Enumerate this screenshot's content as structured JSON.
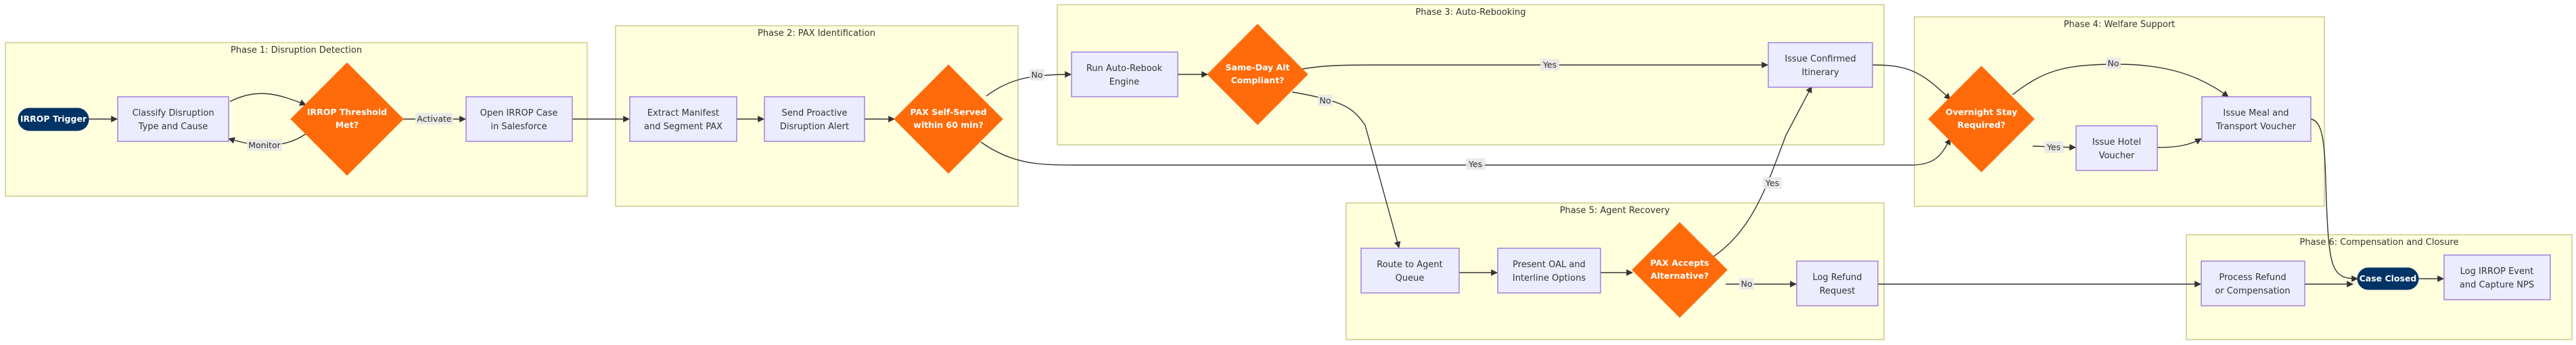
{
  "diagram": {
    "clusters": [
      {
        "id": "p1",
        "title": "Phase 1: Disruption Detection"
      },
      {
        "id": "p2",
        "title": "Phase 2: PAX Identification"
      },
      {
        "id": "p3",
        "title": "Phase 3: Auto-Rebooking"
      },
      {
        "id": "p4",
        "title": "Phase 4: Welfare Support"
      },
      {
        "id": "p5",
        "title": "Phase 5: Agent Recovery"
      },
      {
        "id": "p6",
        "title": "Phase 6: Compensation and Closure"
      }
    ],
    "nodes": [
      {
        "id": "start",
        "shape": "terminal",
        "lines": [
          "IRROP Trigger"
        ]
      },
      {
        "id": "classify",
        "shape": "process",
        "lines": [
          "Classify Disruption",
          "Type and Cause"
        ]
      },
      {
        "id": "threshold",
        "shape": "decision",
        "lines": [
          "IRROP Threshold",
          "Met?"
        ]
      },
      {
        "id": "opencase",
        "shape": "process",
        "lines": [
          "Open IRROP Case",
          "in Salesforce"
        ]
      },
      {
        "id": "extract",
        "shape": "process",
        "lines": [
          "Extract Manifest",
          "and Segment PAX"
        ]
      },
      {
        "id": "alert",
        "shape": "process",
        "lines": [
          "Send Proactive",
          "Disruption Alert"
        ]
      },
      {
        "id": "selfserve",
        "shape": "decision",
        "lines": [
          "PAX Self-Served",
          "within 60 min?"
        ]
      },
      {
        "id": "autorebook",
        "shape": "process",
        "lines": [
          "Run Auto-Rebook",
          "Engine"
        ]
      },
      {
        "id": "sameday",
        "shape": "decision",
        "lines": [
          "Same-Day Alt",
          "Compliant?"
        ]
      },
      {
        "id": "itinerary",
        "shape": "process",
        "lines": [
          "Issue Confirmed",
          "Itinerary"
        ]
      },
      {
        "id": "overnight",
        "shape": "decision",
        "lines": [
          "Overnight Stay",
          "Required?"
        ]
      },
      {
        "id": "hotel",
        "shape": "process",
        "lines": [
          "Issue Hotel",
          "Voucher"
        ]
      },
      {
        "id": "meal",
        "shape": "process",
        "lines": [
          "Issue Meal and",
          "Transport Voucher"
        ]
      },
      {
        "id": "agentq",
        "shape": "process",
        "lines": [
          "Route to Agent",
          "Queue"
        ]
      },
      {
        "id": "oal",
        "shape": "process",
        "lines": [
          "Present OAL and",
          "Interline Options"
        ]
      },
      {
        "id": "accepts",
        "shape": "decision",
        "lines": [
          "PAX Accepts",
          "Alternative?"
        ]
      },
      {
        "id": "refundreq",
        "shape": "process",
        "lines": [
          "Log Refund",
          "Request"
        ]
      },
      {
        "id": "refund",
        "shape": "process",
        "lines": [
          "Process Refund",
          "or Compensation"
        ]
      },
      {
        "id": "closed",
        "shape": "terminal",
        "lines": [
          "Case Closed"
        ]
      },
      {
        "id": "nps",
        "shape": "process",
        "lines": [
          "Log IRROP Event",
          "and Capture NPS"
        ]
      }
    ],
    "edges": [
      {
        "id": "e1",
        "from": "start",
        "to": "classify",
        "label": ""
      },
      {
        "id": "e2",
        "from": "classify",
        "to": "threshold",
        "label": ""
      },
      {
        "id": "e3",
        "from": "threshold",
        "to": "classify",
        "label": "Monitor"
      },
      {
        "id": "e4",
        "from": "threshold",
        "to": "opencase",
        "label": "Activate"
      },
      {
        "id": "e5",
        "from": "opencase",
        "to": "extract",
        "label": ""
      },
      {
        "id": "e6",
        "from": "extract",
        "to": "alert",
        "label": ""
      },
      {
        "id": "e7",
        "from": "alert",
        "to": "selfserve",
        "label": ""
      },
      {
        "id": "e8",
        "from": "selfserve",
        "to": "autorebook",
        "label": "No"
      },
      {
        "id": "e9",
        "from": "selfserve",
        "to": "overnight",
        "label": "Yes"
      },
      {
        "id": "e10",
        "from": "autorebook",
        "to": "sameday",
        "label": ""
      },
      {
        "id": "e11",
        "from": "sameday",
        "to": "itinerary",
        "label": "Yes"
      },
      {
        "id": "e12",
        "from": "sameday",
        "to": "agentq",
        "label": "No"
      },
      {
        "id": "e13",
        "from": "itinerary",
        "to": "overnight",
        "label": ""
      },
      {
        "id": "e14",
        "from": "overnight",
        "to": "meal",
        "label": "No"
      },
      {
        "id": "e15",
        "from": "overnight",
        "to": "hotel",
        "label": "Yes"
      },
      {
        "id": "e16",
        "from": "hotel",
        "to": "meal",
        "label": ""
      },
      {
        "id": "e17",
        "from": "meal",
        "to": "closed",
        "label": ""
      },
      {
        "id": "e18",
        "from": "agentq",
        "to": "oal",
        "label": ""
      },
      {
        "id": "e19",
        "from": "oal",
        "to": "accepts",
        "label": ""
      },
      {
        "id": "e20",
        "from": "accepts",
        "to": "itinerary",
        "label": "Yes"
      },
      {
        "id": "e21",
        "from": "accepts",
        "to": "refundreq",
        "label": "No"
      },
      {
        "id": "e22",
        "from": "refundreq",
        "to": "refund",
        "label": ""
      },
      {
        "id": "e23",
        "from": "refund",
        "to": "closed",
        "label": ""
      },
      {
        "id": "e24",
        "from": "closed",
        "to": "nps",
        "label": ""
      }
    ],
    "colors": {
      "cluster_fill": "#ffffde",
      "cluster_stroke": "#cbcb8f",
      "process_fill": "#ececff",
      "process_stroke": "#9370db",
      "decision_fill": "#ff6b0a",
      "terminal_fill": "#003366",
      "edge": "#333333"
    }
  }
}
